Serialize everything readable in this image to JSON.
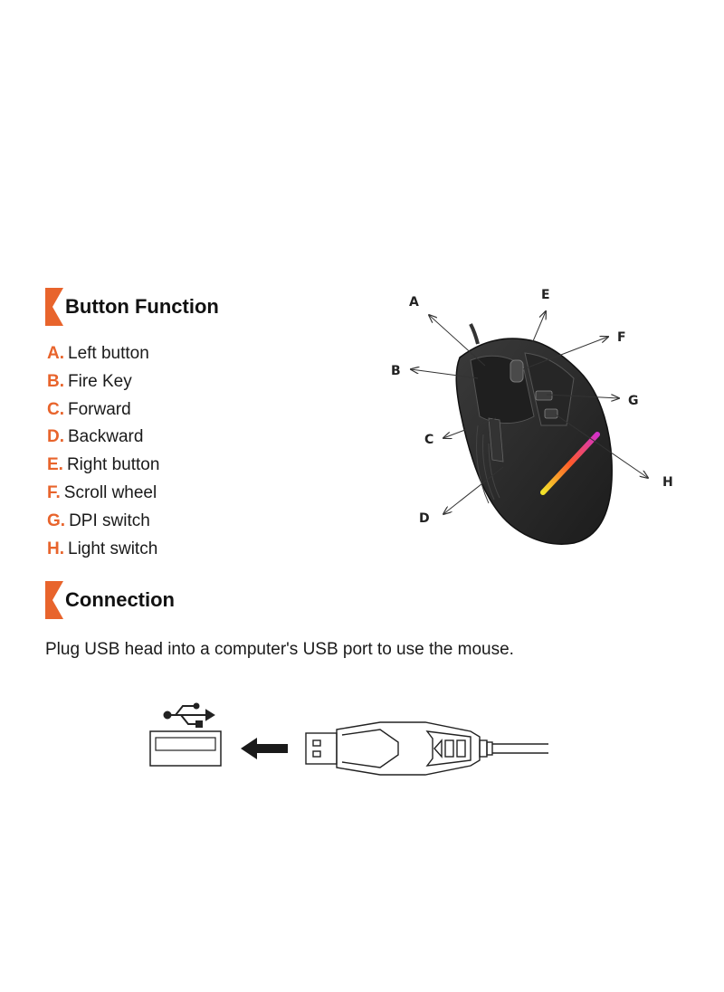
{
  "sections": {
    "button_function": {
      "title": "Button Function",
      "items": [
        {
          "letter": "A.",
          "label": "Left button"
        },
        {
          "letter": "B.",
          "label": "Fire Key"
        },
        {
          "letter": "C.",
          "label": "Forward"
        },
        {
          "letter": "D.",
          "label": "Backward"
        },
        {
          "letter": "E.",
          "label": "Right button"
        },
        {
          "letter": "F.",
          "label": "Scroll wheel"
        },
        {
          "letter": "G.",
          "label": "DPI switch"
        },
        {
          "letter": "H.",
          "label": "Light switch"
        }
      ]
    },
    "connection": {
      "title": "Connection",
      "text": "Plug USB head into a computer's USB port to use the mouse."
    }
  },
  "diagram": {
    "callouts": [
      "A",
      "B",
      "C",
      "D",
      "E",
      "F",
      "G",
      "H"
    ],
    "icons": [
      "usb-symbol-icon",
      "usb-port-icon",
      "left-arrow-icon",
      "usb-plug-icon"
    ]
  },
  "colors": {
    "accent": "#e8642c",
    "mouse_body": "#2b2b2b",
    "rgb_strip": [
      "#f2e32a",
      "#ff5a2a",
      "#d431c8"
    ]
  }
}
